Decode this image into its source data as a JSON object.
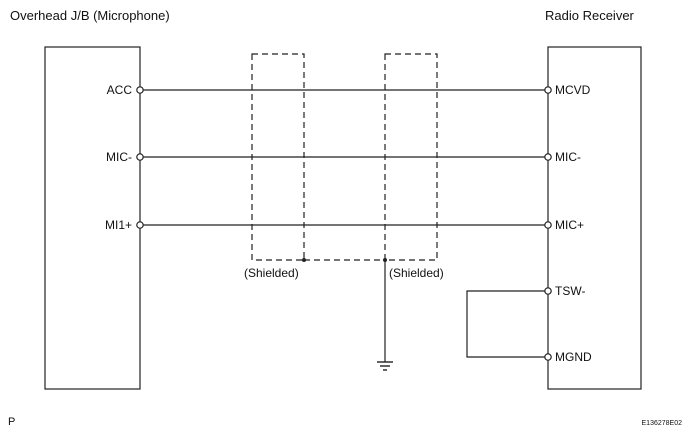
{
  "left_block": {
    "title": "Overhead J/B (Microphone)",
    "pins": [
      "ACC",
      "MIC-",
      "MI1+"
    ]
  },
  "right_block": {
    "title": "Radio Receiver",
    "pins": [
      "MCVD",
      "MIC-",
      "MIC+",
      "TSW-",
      "MGND"
    ]
  },
  "shield_left_label": "(Shielded)",
  "shield_right_label": "(Shielded)",
  "corner_letter": "P",
  "figure_id": "E136278E02"
}
